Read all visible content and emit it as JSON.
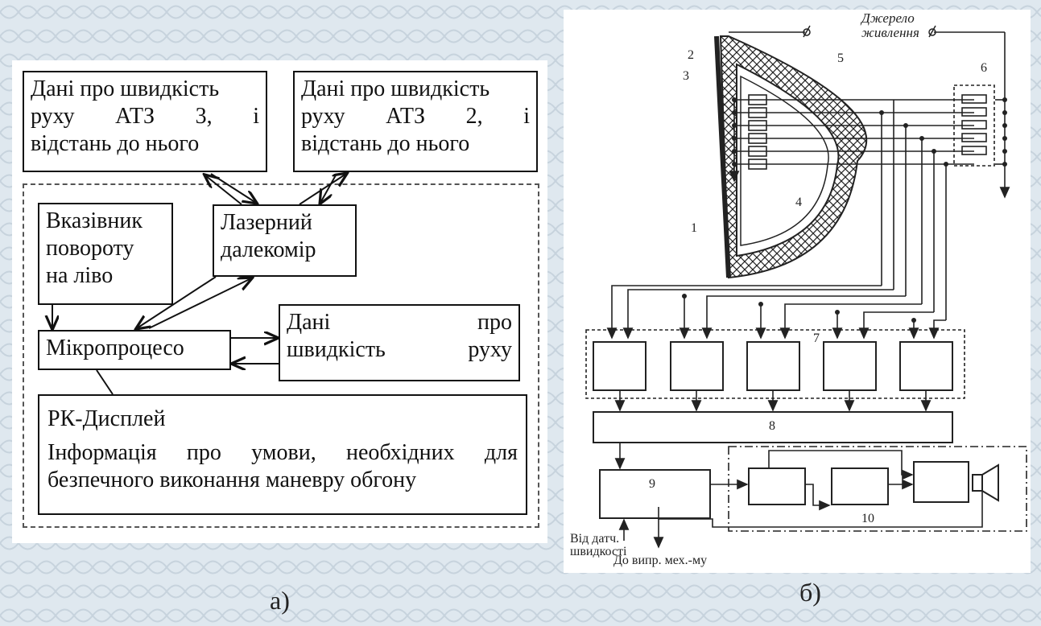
{
  "panel_a": {
    "box_atz3": [
      "Дані про швидкість",
      "руху АТЗ 3, і",
      "відстань до нього"
    ],
    "box_atz2": [
      "Дані про швидкість",
      "руху АТЗ 2, і",
      "відстань до нього"
    ],
    "turn_indicator": [
      "Вказівник",
      "повороту",
      "на ліво"
    ],
    "laser": [
      "Лазерний",
      "далекомір"
    ],
    "micro": "Мікропроцесо",
    "speed_data": [
      "Дані про",
      "швидкість руху"
    ],
    "display_title": "РК-Дисплей",
    "display_text": [
      "Інформація про умови, необхідних для",
      "безпечного виконання маневру обгону"
    ],
    "caption": "а)"
  },
  "panel_b": {
    "power_label": [
      "Джерело",
      "живлення"
    ],
    "numbers": [
      "1",
      "2",
      "3",
      "4",
      "5",
      "6",
      "7",
      "8",
      "9",
      "10"
    ],
    "from_sensor": [
      "Від датч.",
      "швидкості"
    ],
    "to_mech": "До випр. мех.-му",
    "caption": "б)"
  }
}
